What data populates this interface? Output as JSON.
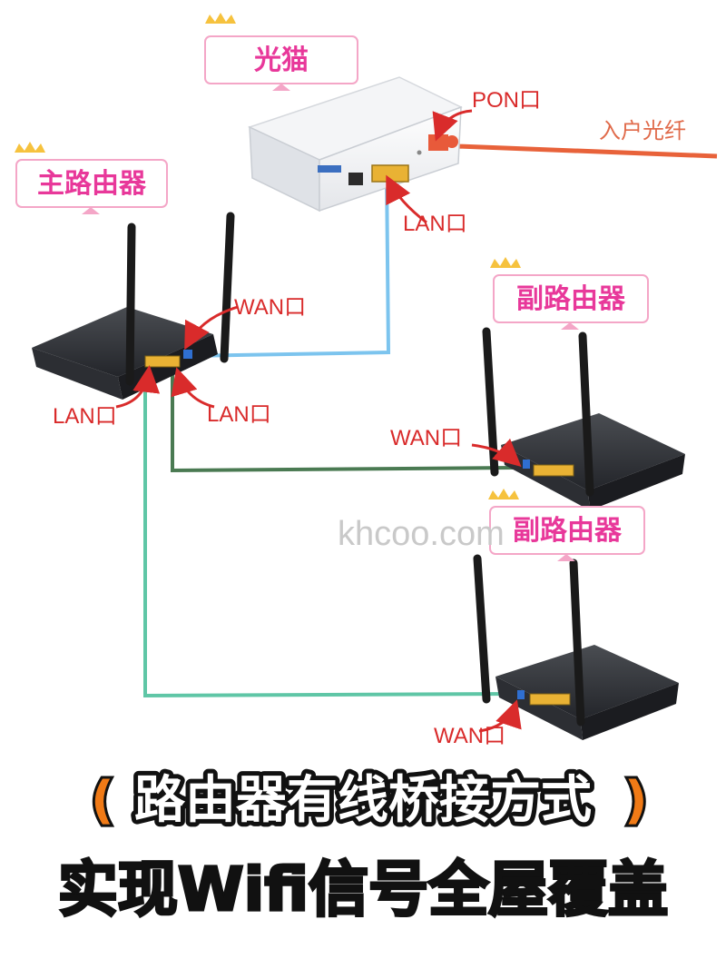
{
  "labels": {
    "modem": "光猫",
    "main_router": "主路由器",
    "sub_router_1": "副路由器",
    "sub_router_2": "副路由器"
  },
  "ports": {
    "pon": "PON口",
    "modem_lan": "LAN口",
    "main_wan": "WAN口",
    "main_lan_left": "LAN口",
    "main_lan_right": "LAN口",
    "sub1_wan": "WAN口",
    "sub2_wan": "WAN口"
  },
  "fiber": "入户光纤",
  "watermark": "khcoo.com",
  "title": {
    "line1": "路由器有线桥接方式",
    "line2": "实现Wifi信号全屋覆盖"
  },
  "colors": {
    "tag_text": "#e8389a",
    "port_text": "#d92b2b",
    "fiber_cable": "#e8623a",
    "cable_modem_to_main": "#7cc4ee",
    "cable_main_to_sub1": "#4a7a52",
    "cable_main_to_sub2": "#5fc6a6",
    "title_accent": "#f07a16"
  }
}
